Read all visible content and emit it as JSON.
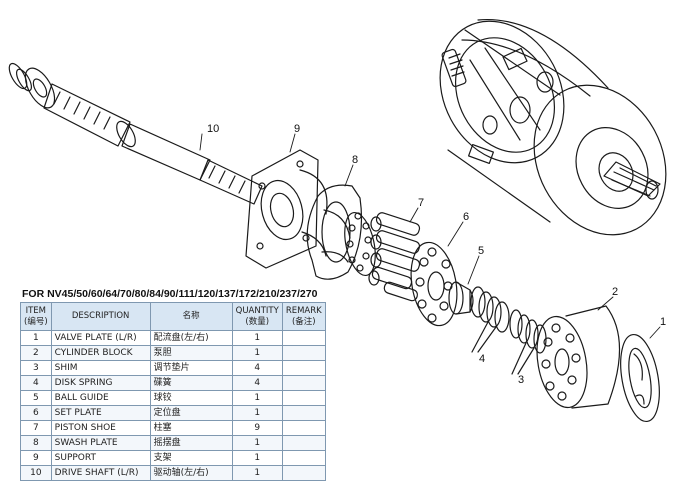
{
  "callouts": [
    "10",
    "9",
    "8",
    "7",
    "6",
    "5",
    "2",
    "1",
    "4",
    "3"
  ],
  "caption": "FOR NV45/50/60/64/70/80/84/90/111/120/137/172/210/237/270",
  "table": {
    "headers": [
      {
        "main": "ITEM",
        "sub": "(编号)"
      },
      {
        "main": "DESCRIPTION",
        "sub": ""
      },
      {
        "main": "名称",
        "sub": ""
      },
      {
        "main": "QUANTITY",
        "sub": "(数量)"
      },
      {
        "main": "REMARK",
        "sub": "(备注)"
      }
    ],
    "rows": [
      {
        "item": "1",
        "desc": "VALVE PLATE (L/R)",
        "cn": "配流盘(左/右)",
        "qty": "1",
        "remark": ""
      },
      {
        "item": "2",
        "desc": "CYLINDER BLOCK",
        "cn": "泵胆",
        "qty": "1",
        "remark": ""
      },
      {
        "item": "3",
        "desc": "SHIM",
        "cn": "调节垫片",
        "qty": "4",
        "remark": ""
      },
      {
        "item": "4",
        "desc": "DISK SPRING",
        "cn": "碟簧",
        "qty": "4",
        "remark": ""
      },
      {
        "item": "5",
        "desc": "BALL GUIDE",
        "cn": "球铰",
        "qty": "1",
        "remark": ""
      },
      {
        "item": "6",
        "desc": "SET PLATE",
        "cn": "定位盘",
        "qty": "1",
        "remark": ""
      },
      {
        "item": "7",
        "desc": "PISTON SHOE",
        "cn": "柱塞",
        "qty": "9",
        "remark": ""
      },
      {
        "item": "8",
        "desc": "SWASH PLATE",
        "cn": "摇摆盘",
        "qty": "1",
        "remark": ""
      },
      {
        "item": "9",
        "desc": "SUPPORT",
        "cn": "支架",
        "qty": "1",
        "remark": ""
      },
      {
        "item": "10",
        "desc": "DRIVE SHAFT (L/R)",
        "cn": "驱动轴(左/右)",
        "qty": "1",
        "remark": ""
      }
    ]
  }
}
